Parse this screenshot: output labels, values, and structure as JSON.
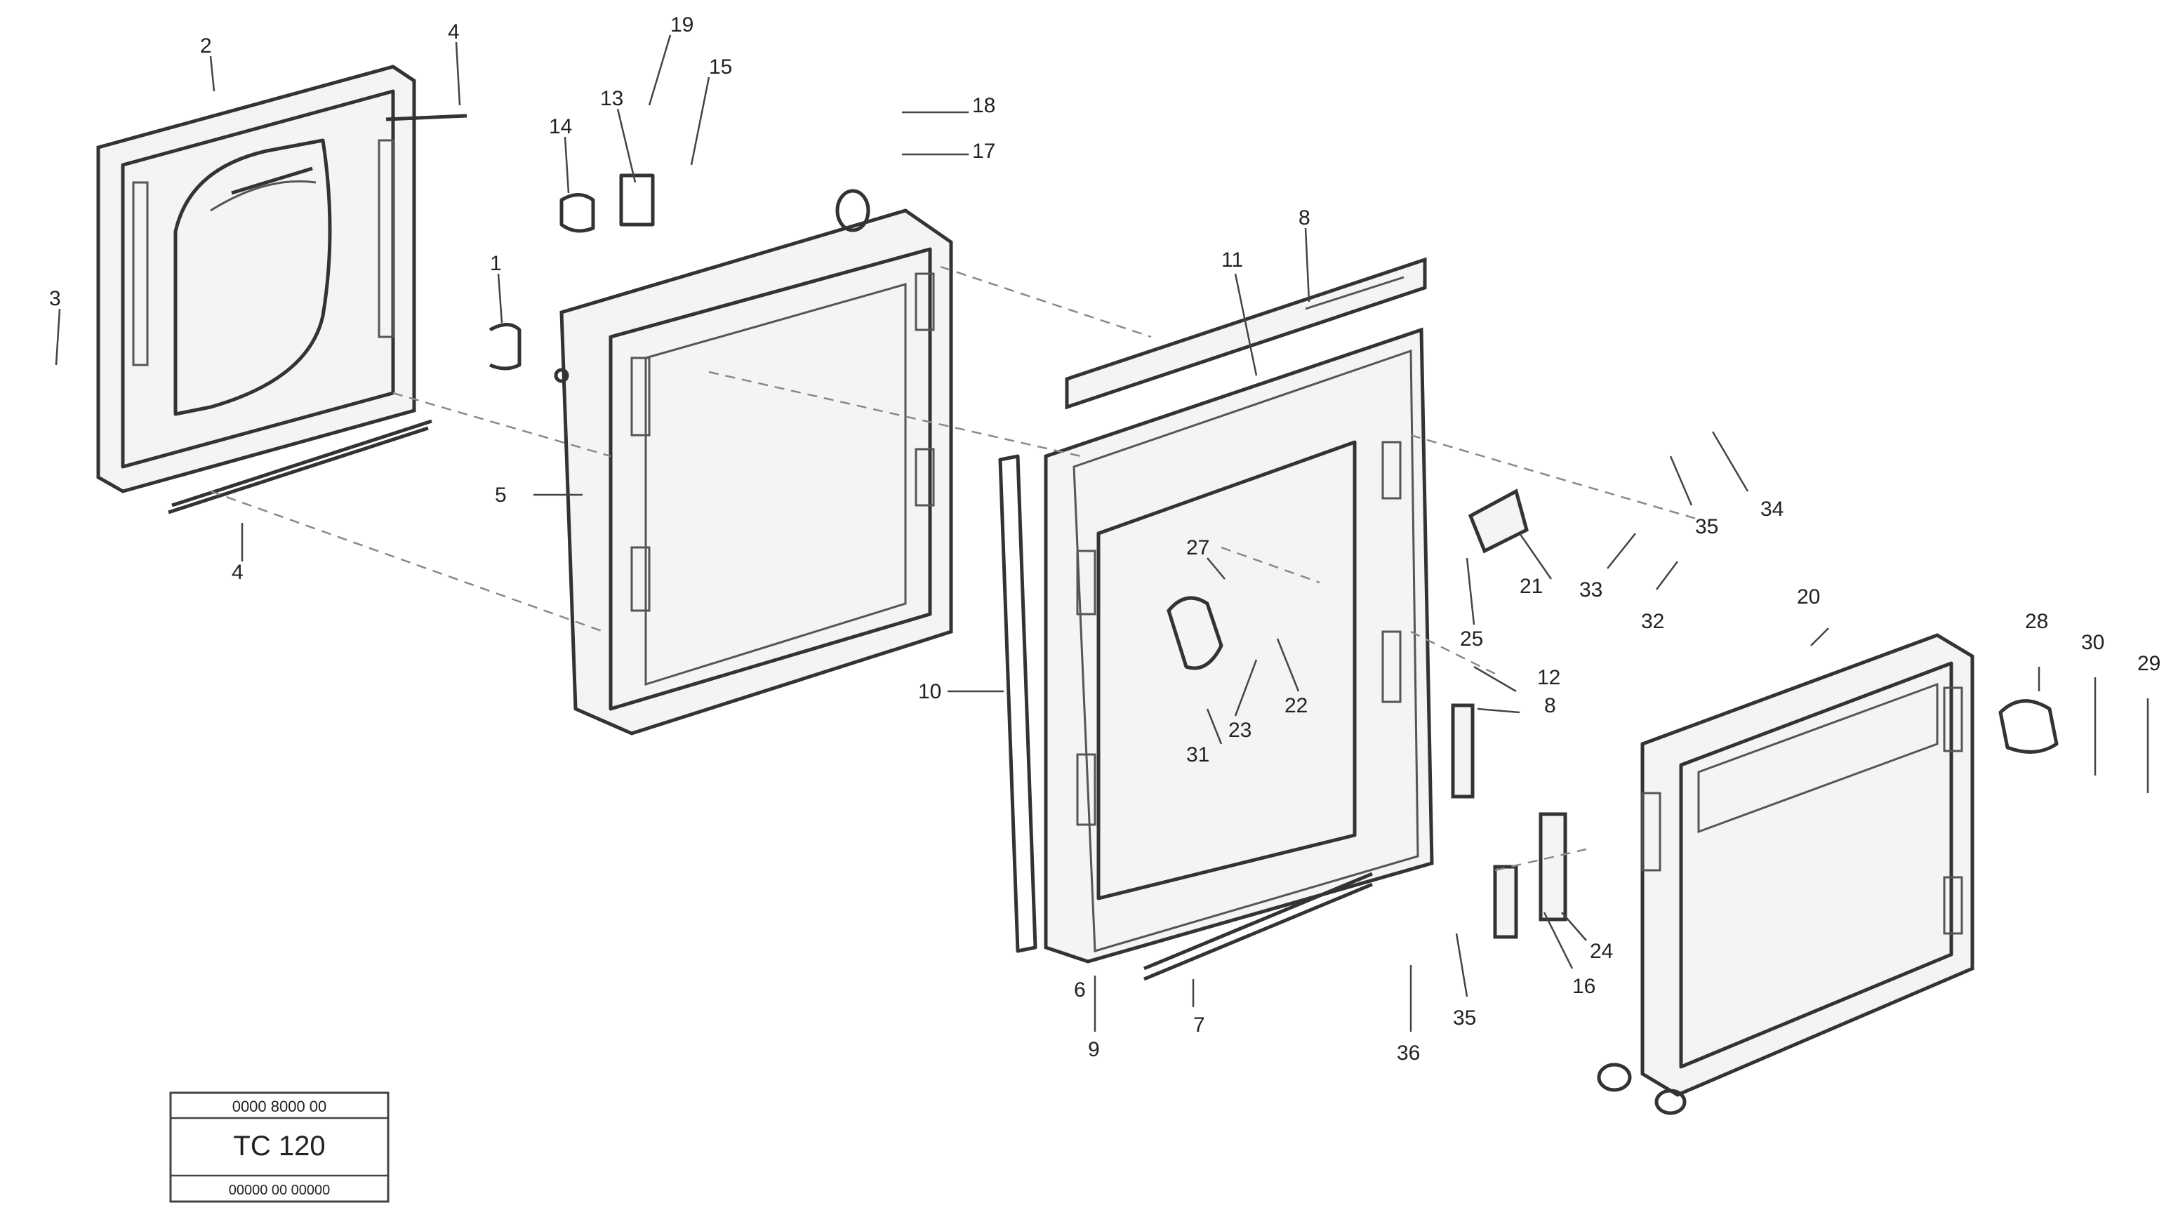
{
  "callouts": [
    {
      "id": "c-2a",
      "text": "2"
    },
    {
      "id": "c-4a",
      "text": "4"
    },
    {
      "id": "c-3",
      "text": "3"
    },
    {
      "id": "c-4b",
      "text": "4"
    },
    {
      "id": "c-14",
      "text": "14"
    },
    {
      "id": "c-13",
      "text": "13"
    },
    {
      "id": "c-19",
      "text": "19"
    },
    {
      "id": "c-15",
      "text": "15"
    },
    {
      "id": "c-18",
      "text": "18"
    },
    {
      "id": "c-17",
      "text": "17"
    },
    {
      "id": "c-1",
      "text": "1"
    },
    {
      "id": "c-5",
      "text": "5"
    },
    {
      "id": "c-11",
      "text": "11"
    },
    {
      "id": "c-8a",
      "text": "8"
    },
    {
      "id": "c-10",
      "text": "10"
    },
    {
      "id": "c-27",
      "text": "27"
    },
    {
      "id": "c-31",
      "text": "31"
    },
    {
      "id": "c-23a",
      "text": "23"
    },
    {
      "id": "c-22",
      "text": "22"
    },
    {
      "id": "c-7",
      "text": "7"
    },
    {
      "id": "c-9",
      "text": "9"
    },
    {
      "id": "c-6",
      "text": "6"
    },
    {
      "id": "c-25",
      "text": "25"
    },
    {
      "id": "c-21",
      "text": "21"
    },
    {
      "id": "c-35a",
      "text": "35"
    },
    {
      "id": "c-34",
      "text": "34"
    },
    {
      "id": "c-33",
      "text": "33"
    },
    {
      "id": "c-32",
      "text": "32"
    },
    {
      "id": "c-12",
      "text": "12"
    },
    {
      "id": "c-8b",
      "text": "8"
    },
    {
      "id": "c-20",
      "text": "20"
    },
    {
      "id": "c-28",
      "text": "28"
    },
    {
      "id": "c-30",
      "text": "30"
    },
    {
      "id": "c-29",
      "text": "29"
    },
    {
      "id": "c-24",
      "text": "24"
    },
    {
      "id": "c-16",
      "text": "16"
    },
    {
      "id": "c-35b",
      "text": "35"
    },
    {
      "id": "c-36",
      "text": "36"
    }
  ],
  "title_block": {
    "top": "0000 8000 00",
    "main": "TC 120",
    "bottom": "00000 00 00000"
  }
}
